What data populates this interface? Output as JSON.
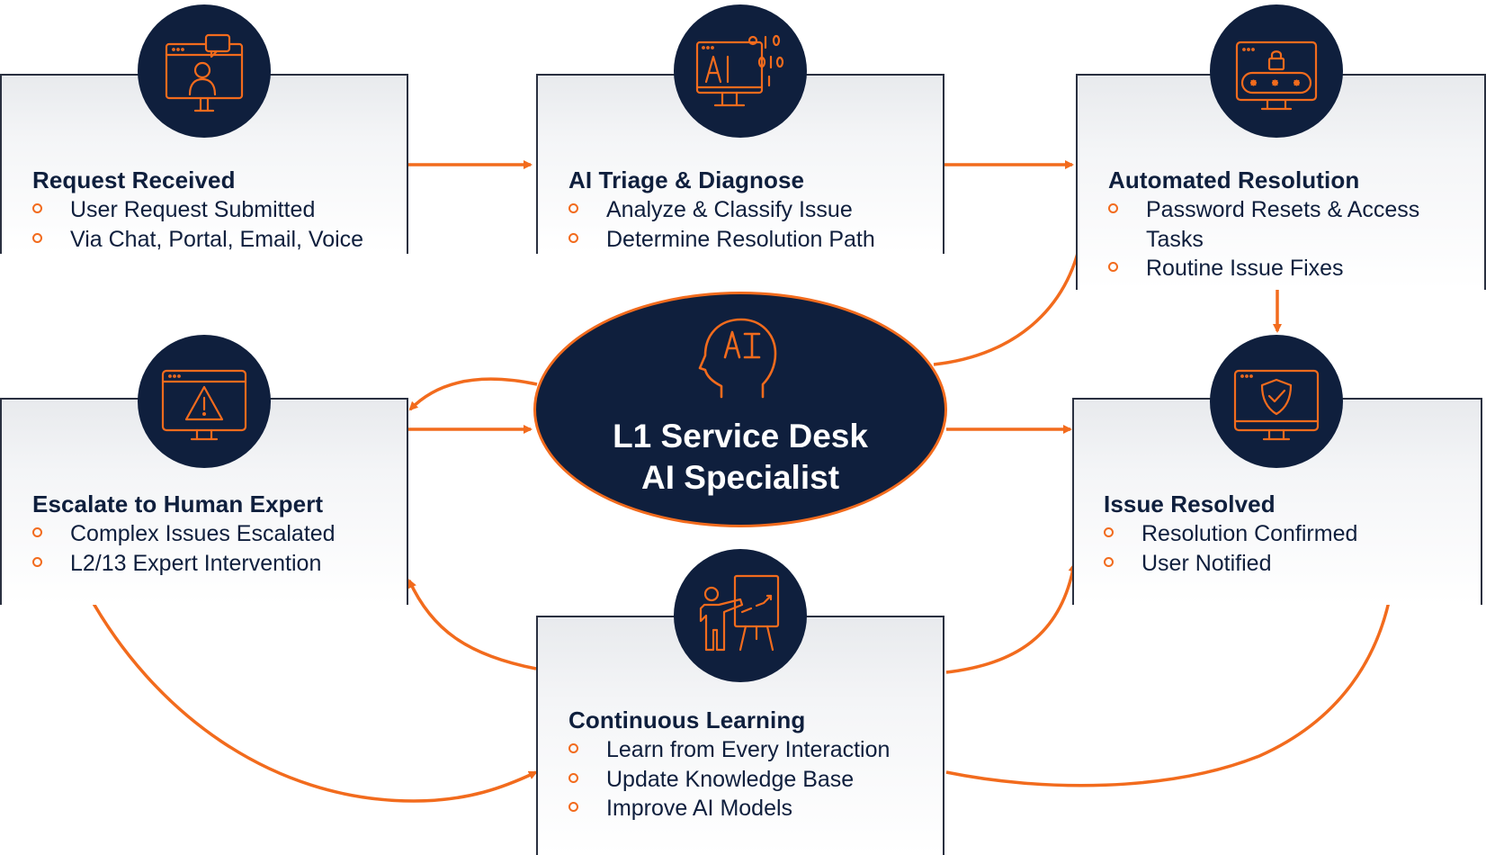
{
  "center": {
    "line1": "L1 Service Desk",
    "line2": "AI Specialist",
    "icon": "ai-head-icon"
  },
  "cards": {
    "request": {
      "title": "Request Received",
      "items": [
        "User Request Submitted",
        "Via Chat, Portal, Email, Voice"
      ],
      "icon": "chat-monitor-icon"
    },
    "triage": {
      "title": "AI Triage & Diagnose",
      "items": [
        "Analyze & Classify Issue",
        "Determine Resolution Path"
      ],
      "icon": "ai-monitor-icon"
    },
    "automated": {
      "title": "Automated Resolution",
      "items": [
        "Password Resets & Access",
        "Tasks",
        "Routine Issue Fixes"
      ],
      "icon": "password-monitor-icon"
    },
    "escalate": {
      "title": "Escalate to Human Expert",
      "items": [
        "Complex Issues Escalated",
        "L2/13 Expert Intervention"
      ],
      "icon": "warning-monitor-icon"
    },
    "resolved": {
      "title": "Issue Resolved",
      "items": [
        "Resolution Confirmed",
        "User Notified"
      ],
      "icon": "shield-monitor-icon"
    },
    "learning": {
      "title": "Continuous Learning",
      "items": [
        "Learn from Every Interaction",
        "Update Knowledge Base",
        "Improve AI Models"
      ],
      "icon": "teacher-board-icon"
    }
  },
  "colors": {
    "navy": "#0f1f3d",
    "orange": "#f26b1d"
  }
}
